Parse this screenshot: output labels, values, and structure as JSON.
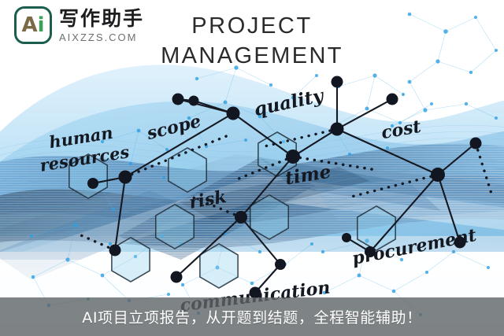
{
  "brand": {
    "logo_glyph_a": "A",
    "logo_glyph_i": "i",
    "name_cn": "写作助手",
    "url": "AIXZZS.COM",
    "colors": {
      "mark_border": "#1c5e4e",
      "glyph_a": "#7a6a45",
      "glyph_i": "#3aa05a",
      "name_text": "#1d1d1f",
      "url_text": "#6d6f73"
    }
  },
  "heading": {
    "line1": "PROJECT",
    "line2": "MANAGEMENT",
    "color": "#2b2b2e"
  },
  "diagram": {
    "nodes": [
      {
        "key": "human_resources",
        "label": "human"
      },
      {
        "key": "human_resources2",
        "label": "resources"
      },
      {
        "key": "scope",
        "label": "scope"
      },
      {
        "key": "quality",
        "label": "quality"
      },
      {
        "key": "cost",
        "label": "cost"
      },
      {
        "key": "risk",
        "label": "risk"
      },
      {
        "key": "time",
        "label": "time"
      },
      {
        "key": "procurement",
        "label": "procurement"
      },
      {
        "key": "communication",
        "label": "communication"
      }
    ],
    "colors": {
      "node_dot": "#121620",
      "link_line": "#161b25",
      "mesh": "#2e9fe0",
      "wave_light": "#bfe2f7",
      "wave_mid": "#79c2ec",
      "wave_deep": "#4a7fae",
      "wave_dark": "#36506d"
    }
  },
  "caption": {
    "text": "AI项目立项报告，从开题到结题，全程智能辅助！",
    "bar_color": "#5f6467",
    "text_color": "#ffffff"
  }
}
